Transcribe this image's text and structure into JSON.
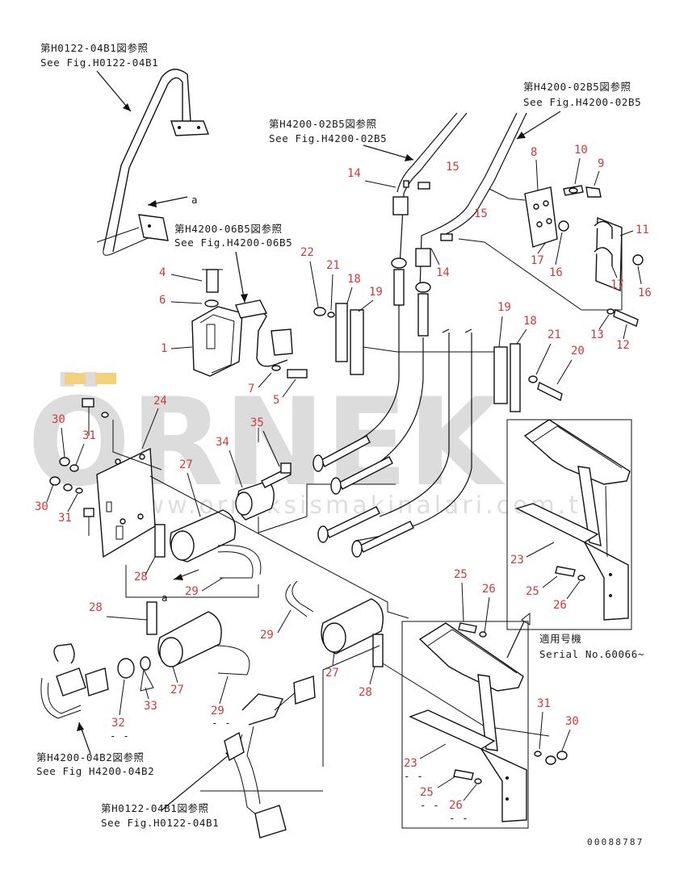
{
  "watermark": {
    "brand": "ÖRNEK",
    "url": "www.orneksismakinalari.com.tr"
  },
  "references": [
    {
      "id": "ref-h0122-04b1-top",
      "ja": "第H0122-04B1図参照",
      "en": "See Fig.H0122-04B1"
    },
    {
      "id": "ref-h4200-02b5-mid",
      "ja": "第H4200-02B5図参照",
      "en": "See Fig.H4200-02B5"
    },
    {
      "id": "ref-h4200-02b5-right",
      "ja": "第H4200-02B5図参照",
      "en": "See Fig.H4200-02B5"
    },
    {
      "id": "ref-h4200-06b5",
      "ja": "第H4200-06B5図参照",
      "en": "See Fig.H4200-06B5"
    },
    {
      "id": "ref-h4200-04b2",
      "ja": "第H4200-04B2図参照",
      "en": "See Fig H4200-04B2"
    },
    {
      "id": "ref-h0122-04b1-bottom",
      "ja": "第H0122-04B1図参照",
      "en": "See Fig.H0122-04B1"
    }
  ],
  "serial": {
    "ja": "適用号機",
    "en": "Serial No.60066~"
  },
  "connector_label": "a",
  "drawing_code": "00088787",
  "part_numbers": [
    "1",
    "4",
    "5",
    "6",
    "7",
    "8",
    "9",
    "10",
    "11",
    "12",
    "13",
    "14",
    "14",
    "15",
    "15",
    "16",
    "16",
    "17",
    "17",
    "18",
    "18",
    "19",
    "19",
    "20",
    "21",
    "21",
    "22",
    "23",
    "23",
    "24",
    "25",
    "25",
    "25",
    "26",
    "26",
    "26",
    "27",
    "27",
    "27",
    "28",
    "28",
    "28",
    "29",
    "29",
    "29",
    "30",
    "30",
    "30",
    "31",
    "31",
    "31",
    "32",
    "33",
    "34",
    "35"
  ],
  "colors": {
    "callout": "#d23a3a",
    "line": "#111111",
    "watermark_gray": "#dcdcdc",
    "watermark_accent": "#f2d27a"
  }
}
